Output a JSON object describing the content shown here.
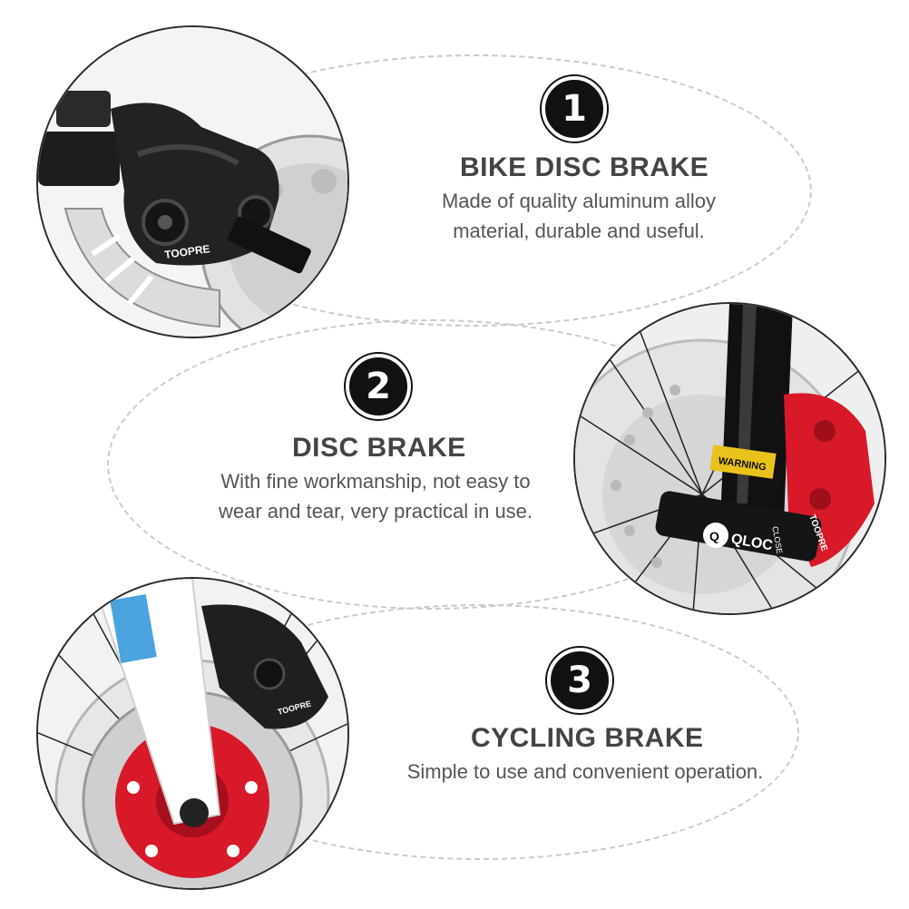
{
  "colors": {
    "text": "#444444",
    "badge": "#111111",
    "dashed": "#c9c9c9",
    "red_accent": "#d8192a",
    "caliper": "#1f1f1f"
  },
  "features": [
    {
      "number": "1",
      "title": "BIKE DISC BRAKE",
      "description": "Made of quality aluminum alloy material, durable and useful.",
      "photo_labels": {
        "brand": "TOOPRE"
      }
    },
    {
      "number": "2",
      "title": "DISC BRAKE",
      "description": "With fine workmanship, not easy to wear and tear, very practical in use.",
      "photo_labels": {
        "warning": "WARNING",
        "qloc": "QLOC",
        "close": "CLOSE",
        "brand": "TOOPRE"
      }
    },
    {
      "number": "3",
      "title": "CYCLING BRAKE",
      "description": "Simple to use and convenient operation.",
      "photo_labels": {
        "brand": "TOOPRE"
      }
    }
  ]
}
